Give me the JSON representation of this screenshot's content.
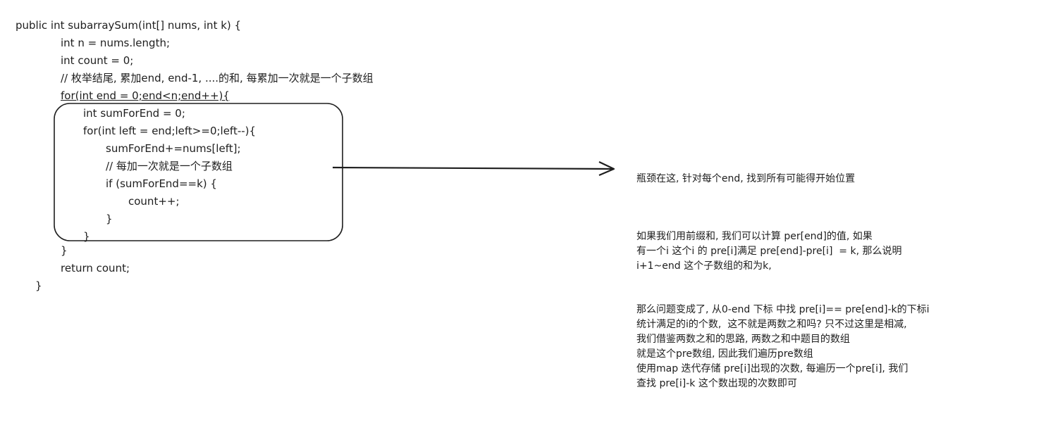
{
  "code": {
    "lines": [
      "public int subarraySum(int[] nums, int k) {",
      "int n = nums.length;",
      "int count = 0;",
      "// 枚举结尾, 累加end, end-1, ....的和, 每累加一次就是一个子数组",
      "for(int end = 0;end<n;end++){",
      "int sumForEnd = 0;",
      "for(int left = end;left>=0;left--){",
      "sumForEnd+=nums[left];",
      "// 每加一次就是一个子数组",
      "if (sumForEnd==k) {",
      "count++;",
      "}",
      "}",
      "}",
      "return count;",
      "}"
    ]
  },
  "bottleneck_note": "瓶颈在这, 针对每个end, 找到所有可能得开始位置",
  "explanation": {
    "paragraph1": [
      "如果我们用前缀和, 我们可以计算 per[end]的值, 如果",
      "有一个i 这个i 的 pre[i]满足 pre[end]-pre[i]  = k, 那么说明",
      "i+1~end 这个子数组的和为k,"
    ],
    "paragraph2": [
      "那么问题变成了, 从0-end 下标 中找 pre[i]== pre[end]-k的下标i",
      "统计满足的i的个数,  这不就是两数之和吗? 只不过这里是相减,",
      "我们借鉴两数之和的思路, 两数之和中题目的数组",
      "就是这个pre数组, 因此我们遍历pre数组",
      "使用map 迭代存储 pre[i]出现的次数, 每遍历一个pre[i], 我们",
      "查找 pre[i]-k 这个数出现的次数即可"
    ]
  }
}
